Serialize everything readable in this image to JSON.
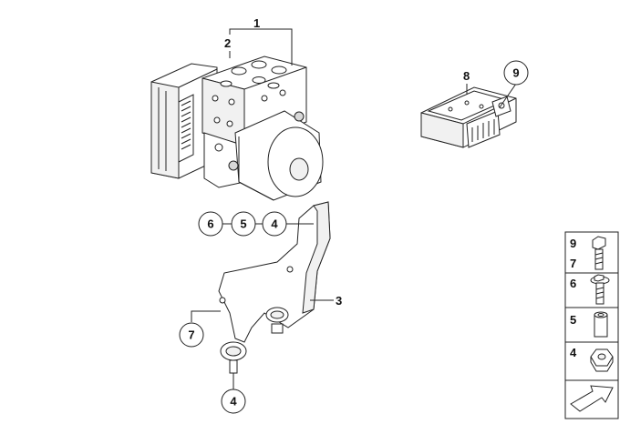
{
  "callouts": {
    "abs_unit": "1",
    "abs_unit_sub": "2",
    "bracket": "3",
    "bracket_nut": "4",
    "bracket_row": [
      "6",
      "5",
      "4"
    ],
    "bracket_screw": "7",
    "sensor": "8",
    "sensor_screw": "9"
  },
  "legend": {
    "rows": [
      {
        "labels": [
          "9",
          "7"
        ],
        "part": "hex-bolt"
      },
      {
        "labels": [
          "6"
        ],
        "part": "collar-bolt"
      },
      {
        "labels": [
          "5"
        ],
        "part": "sleeve"
      },
      {
        "labels": [
          "4"
        ],
        "part": "nut"
      }
    ]
  },
  "colors": {
    "line": "#222222",
    "background": "#ffffff"
  }
}
